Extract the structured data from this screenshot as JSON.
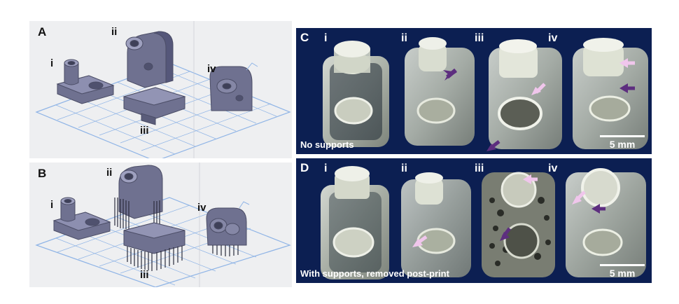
{
  "panels": {
    "A": {
      "label": "A",
      "items": [
        "i",
        "ii",
        "iii",
        "iv"
      ]
    },
    "B": {
      "label": "B",
      "items": [
        "i",
        "ii",
        "iii",
        "iv"
      ]
    },
    "C": {
      "label": "C",
      "items": [
        "i",
        "ii",
        "iii",
        "iv"
      ],
      "caption": "No supports",
      "scale": "5 mm"
    },
    "D": {
      "label": "D",
      "items": [
        "i",
        "ii",
        "iii",
        "iv"
      ],
      "caption": "With supports, removed post-print",
      "scale": "5 mm"
    }
  },
  "colors": {
    "cad_background": "#eeeff1",
    "grid": "#8fb4e6",
    "part": "#6d6f8a",
    "photo_background": "#0c1f52",
    "arrow_purple": "#5d2e7f",
    "arrow_pink": "#f0c6ec"
  }
}
